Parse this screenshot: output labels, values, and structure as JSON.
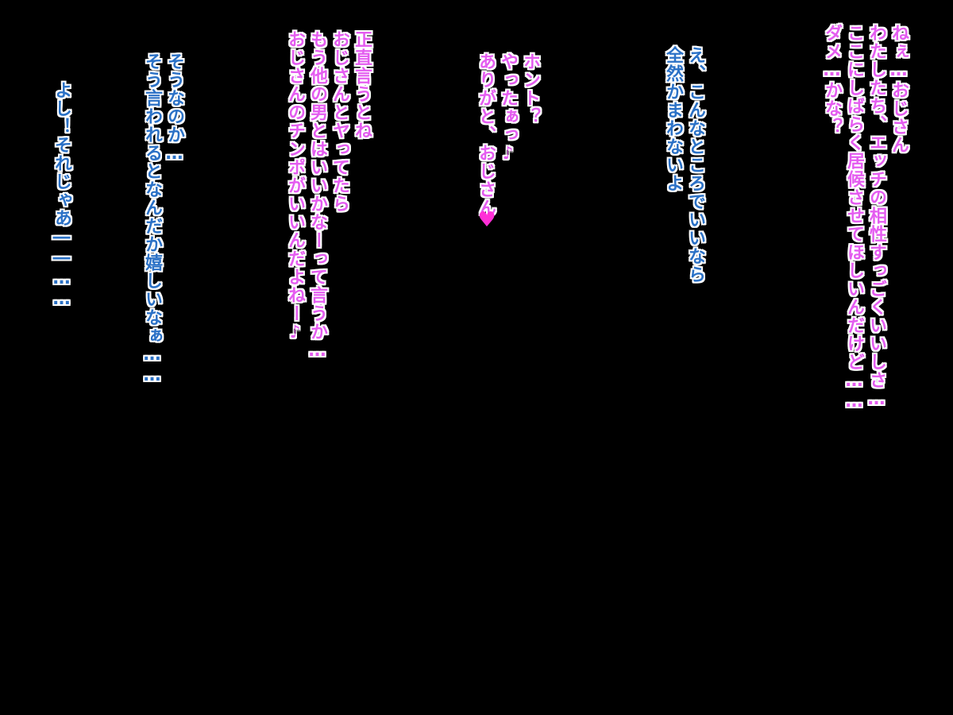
{
  "colors": {
    "background": "#000000",
    "girl_text": "#e45cf0",
    "man_text": "#2b71c6",
    "outline": "#ffffff"
  },
  "dialogue": {
    "block1": {
      "line1": "ねぇ…おじさん",
      "line2": "わたしたち、エッチの相性すっごくいいしさ…",
      "line3": "ここにしばらく居候させてほしいんだけど……",
      "line4": "ダメ…かな？"
    },
    "block2": {
      "line1": "え、こんなところでいいなら",
      "line2": "全然かまわないよ"
    },
    "block3": {
      "line1": "ホント？",
      "line2": "やったぁっ♪",
      "line3": "ありがと、おじさん",
      "heart": "♥"
    },
    "block4": {
      "line1": "正直言うとね",
      "line2": "おじさんとヤってたら",
      "line3": "もう他の男とはいいかなーって言うか…",
      "line4": "おじさんのチンポがいいんだよねー♪"
    },
    "block5": {
      "line1": "そうなのか…",
      "line2": "そう言われるとなんだか嬉しいなぁ……"
    },
    "block6": {
      "line1": "よし！それじゃあ――……"
    }
  }
}
